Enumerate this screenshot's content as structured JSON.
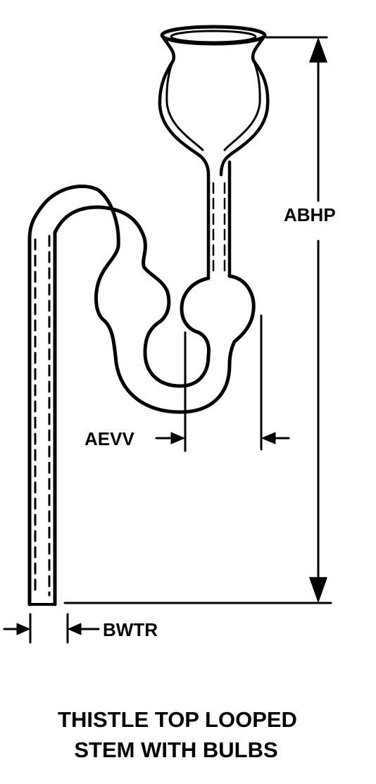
{
  "diagram": {
    "labels": {
      "height": "ABHP",
      "bulb_width": "AEVV",
      "tube_diameter": "BWTR"
    },
    "caption": {
      "line1": "THISTLE TOP LOOPED",
      "line2": "STEM WITH BULBS"
    },
    "colors": {
      "ink": "#000000",
      "background": "#ffffff"
    }
  }
}
